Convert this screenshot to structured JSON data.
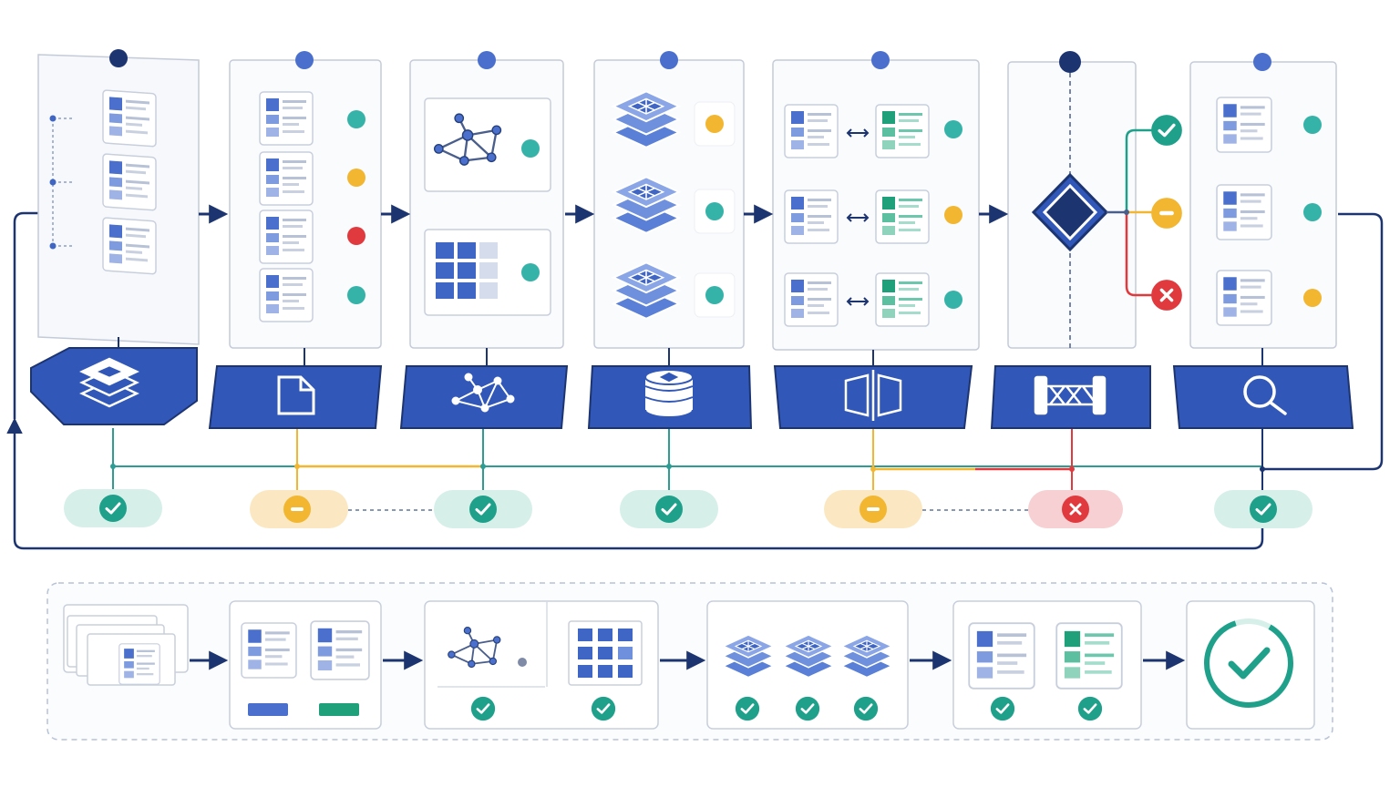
{
  "colors": {
    "navy": "#1c3470",
    "blue": "#3f66c4",
    "panel_border": "#c4cbd8",
    "panel_fill": "#f9fafc",
    "green": "#1fa08a",
    "teal": "#35b3a8",
    "amber": "#f2b630",
    "red": "#e03a3f",
    "doc_blue": "#4a6fcc",
    "doc_green": "#1fa07a"
  },
  "pipeline": {
    "stages": [
      {
        "id": "ingest",
        "icon": "layers-icon",
        "status": "ok",
        "dots": []
      },
      {
        "id": "parse",
        "icon": "document-icon",
        "status": "warn",
        "dots": [
          "ok",
          "warn",
          "error",
          "ok"
        ]
      },
      {
        "id": "graph",
        "icon": "network-graph-icon",
        "status": "ok",
        "dots": [
          "ok",
          "ok"
        ]
      },
      {
        "id": "store",
        "icon": "database-icon",
        "status": "ok",
        "dots": [
          "warn",
          "ok",
          "ok"
        ]
      },
      {
        "id": "compare",
        "icon": "split-panel-icon",
        "status": "warn",
        "dots": [
          "ok",
          "warn",
          "ok"
        ]
      },
      {
        "id": "gate",
        "icon": "gate-icon",
        "status": "error",
        "dots": []
      },
      {
        "id": "inspect",
        "icon": "magnifier-icon",
        "status": "ok",
        "dots": [
          "ok",
          "ok",
          "warn"
        ]
      }
    ],
    "gate_outcomes": [
      "ok",
      "warn",
      "error"
    ]
  },
  "summary": {
    "steps": [
      {
        "id": "documents",
        "checks": 0
      },
      {
        "id": "parsed",
        "checks": 0
      },
      {
        "id": "graph-grid",
        "checks": 2
      },
      {
        "id": "stores",
        "checks": 3
      },
      {
        "id": "reviewed",
        "checks": 2
      },
      {
        "id": "complete",
        "checks": 0
      }
    ]
  }
}
